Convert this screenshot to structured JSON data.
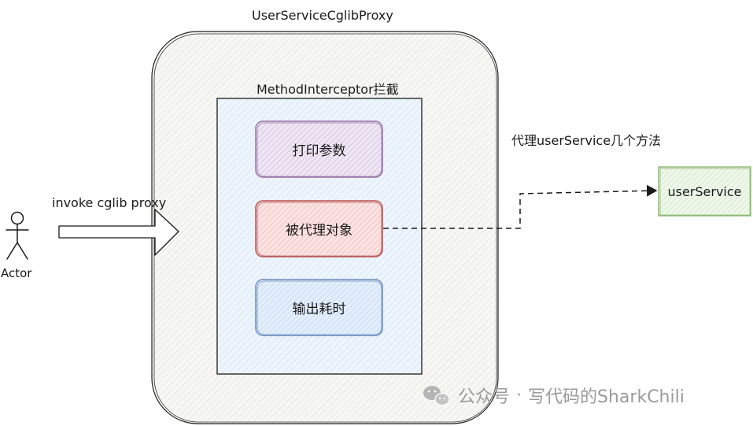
{
  "title": "UserServiceCglibProxy",
  "interceptor_label": "MethodInterceptor拦截",
  "steps": [
    {
      "label": "打印参数",
      "stroke": "#9673a6",
      "fill": "#e1d5e7"
    },
    {
      "label": "被代理对象",
      "stroke": "#b85450",
      "fill": "#f8cecc"
    },
    {
      "label": "输出耗时",
      "stroke": "#6c8ebf",
      "fill": "#dae8fc"
    }
  ],
  "actor_label": "Actor",
  "invoke_label": "invoke cglib proxy",
  "proxy_label": "代理userService几个方法",
  "target_label": "userService",
  "target_stroke": "#82b366",
  "watermark": {
    "prefix": "公众号",
    "separator": "·",
    "name": "写代码的SharkChili"
  }
}
